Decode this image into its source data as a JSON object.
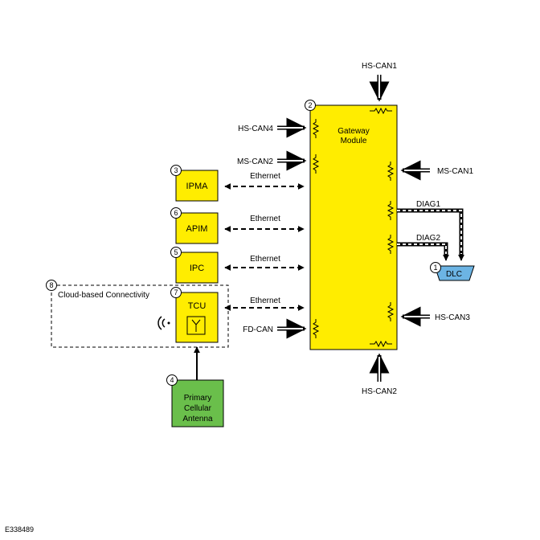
{
  "figure_id": "E338489",
  "modules": {
    "gateway": {
      "number": "2",
      "line1": "Gateway",
      "line2": "Module"
    },
    "ipma": {
      "number": "3",
      "label": "IPMA"
    },
    "apim": {
      "number": "6",
      "label": "APIM"
    },
    "ipc": {
      "number": "5",
      "label": "IPC"
    },
    "tcu": {
      "number": "7",
      "label": "TCU"
    },
    "antenna": {
      "number": "4",
      "line1": "Primary",
      "line2": "Cellular",
      "line3": "Antenna"
    },
    "dlc": {
      "number": "1",
      "label": "DLC"
    },
    "cloud": {
      "number": "8",
      "label": "Cloud-based Connectivity"
    }
  },
  "buses": {
    "hs_can1": "HS-CAN1",
    "hs_can2": "HS-CAN2",
    "hs_can3": "HS-CAN3",
    "hs_can4": "HS-CAN4",
    "ms_can1": "MS-CAN1",
    "ms_can2": "MS-CAN2",
    "fd_can": "FD-CAN",
    "diag1": "DIAG1",
    "diag2": "DIAG2"
  },
  "ethernet": {
    "ipma": "Ethernet",
    "apim": "Ethernet",
    "ipc": "Ethernet",
    "tcu": "Ethernet"
  },
  "colors": {
    "module_fill": "#ffed00",
    "antenna_fill": "#6abf4b",
    "dlc_fill": "#6cb4e4",
    "line": "#000000"
  }
}
